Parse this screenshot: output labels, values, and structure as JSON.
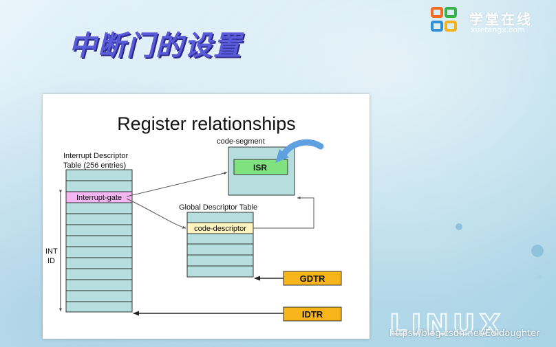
{
  "slide": {
    "title": "中断门的设置"
  },
  "logo": {
    "name": "学堂在线",
    "url_text": "xuetangx.com"
  },
  "diagram": {
    "heading": "Register relationships",
    "idt_label_line1": "Interrupt Descriptor",
    "idt_label_line2": "Table (256 entries)",
    "interrupt_gate": "Interrupt-gate",
    "int_label_line1": "INT",
    "int_label_line2": "ID",
    "code_segment_label": "code-segment",
    "isr": "ISR",
    "gdt_label": "Global Descriptor Table",
    "code_descriptor": "code-descriptor",
    "gdtr": "GDTR",
    "idtr": "IDTR",
    "colors": {
      "table_fill": "#b7dede",
      "interrupt_gate_fill": "#f4b6f2",
      "code_descriptor_fill": "#fdf4c0",
      "isr_fill": "#7fe27f",
      "register_fill": "#f7b41b",
      "arrow_blue": "#5fa0e0"
    }
  },
  "watermark": "https://blog.csdn.net/Edidaughter",
  "linux_mark": "LINUX"
}
